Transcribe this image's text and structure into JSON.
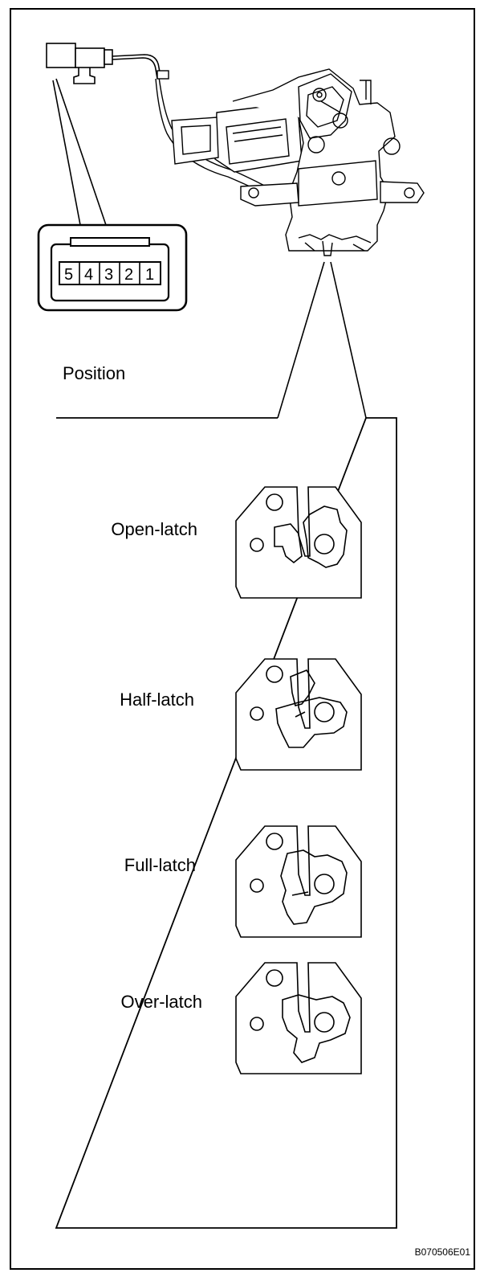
{
  "connector": {
    "pins": [
      "5",
      "4",
      "3",
      "2",
      "1"
    ]
  },
  "position_label": "Position",
  "states": [
    {
      "label": "Open-latch"
    },
    {
      "label": "Half-latch"
    },
    {
      "label": "Full-latch"
    },
    {
      "label": "Over-latch"
    }
  ],
  "figure_id": "B070506E01"
}
